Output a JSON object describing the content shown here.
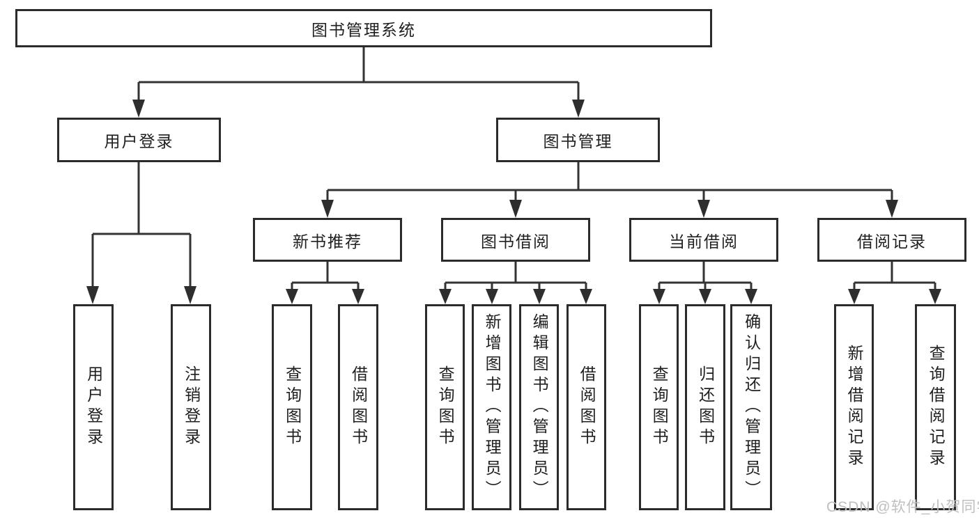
{
  "tree": {
    "root": "图书管理系统",
    "branches": [
      {
        "label": "用户登录",
        "leaves": [
          "用户登录",
          "注销登录"
        ]
      },
      {
        "label": "图书管理",
        "groups": [
          {
            "label": "新书推荐",
            "leaves": [
              "查询图书",
              "借阅图书"
            ]
          },
          {
            "label": "图书借阅",
            "leaves": [
              "查询图书",
              "新增图书（管理员）",
              "编辑图书（管理员）",
              "借阅图书"
            ]
          },
          {
            "label": "当前借阅",
            "leaves": [
              "查询图书",
              "归还图书",
              "确认归还（管理员）"
            ]
          },
          {
            "label": "借阅记录",
            "leaves": [
              "新增借阅记录",
              "查询借阅记录"
            ]
          }
        ]
      }
    ]
  },
  "watermark": "CSDN @软件_小贺同学",
  "colors": {
    "line": "#333333",
    "box_border": "#2b2b2b",
    "box_fill": "#ffffff",
    "text": "#1f1f1f",
    "watermark_text": "#bfbfbf"
  }
}
